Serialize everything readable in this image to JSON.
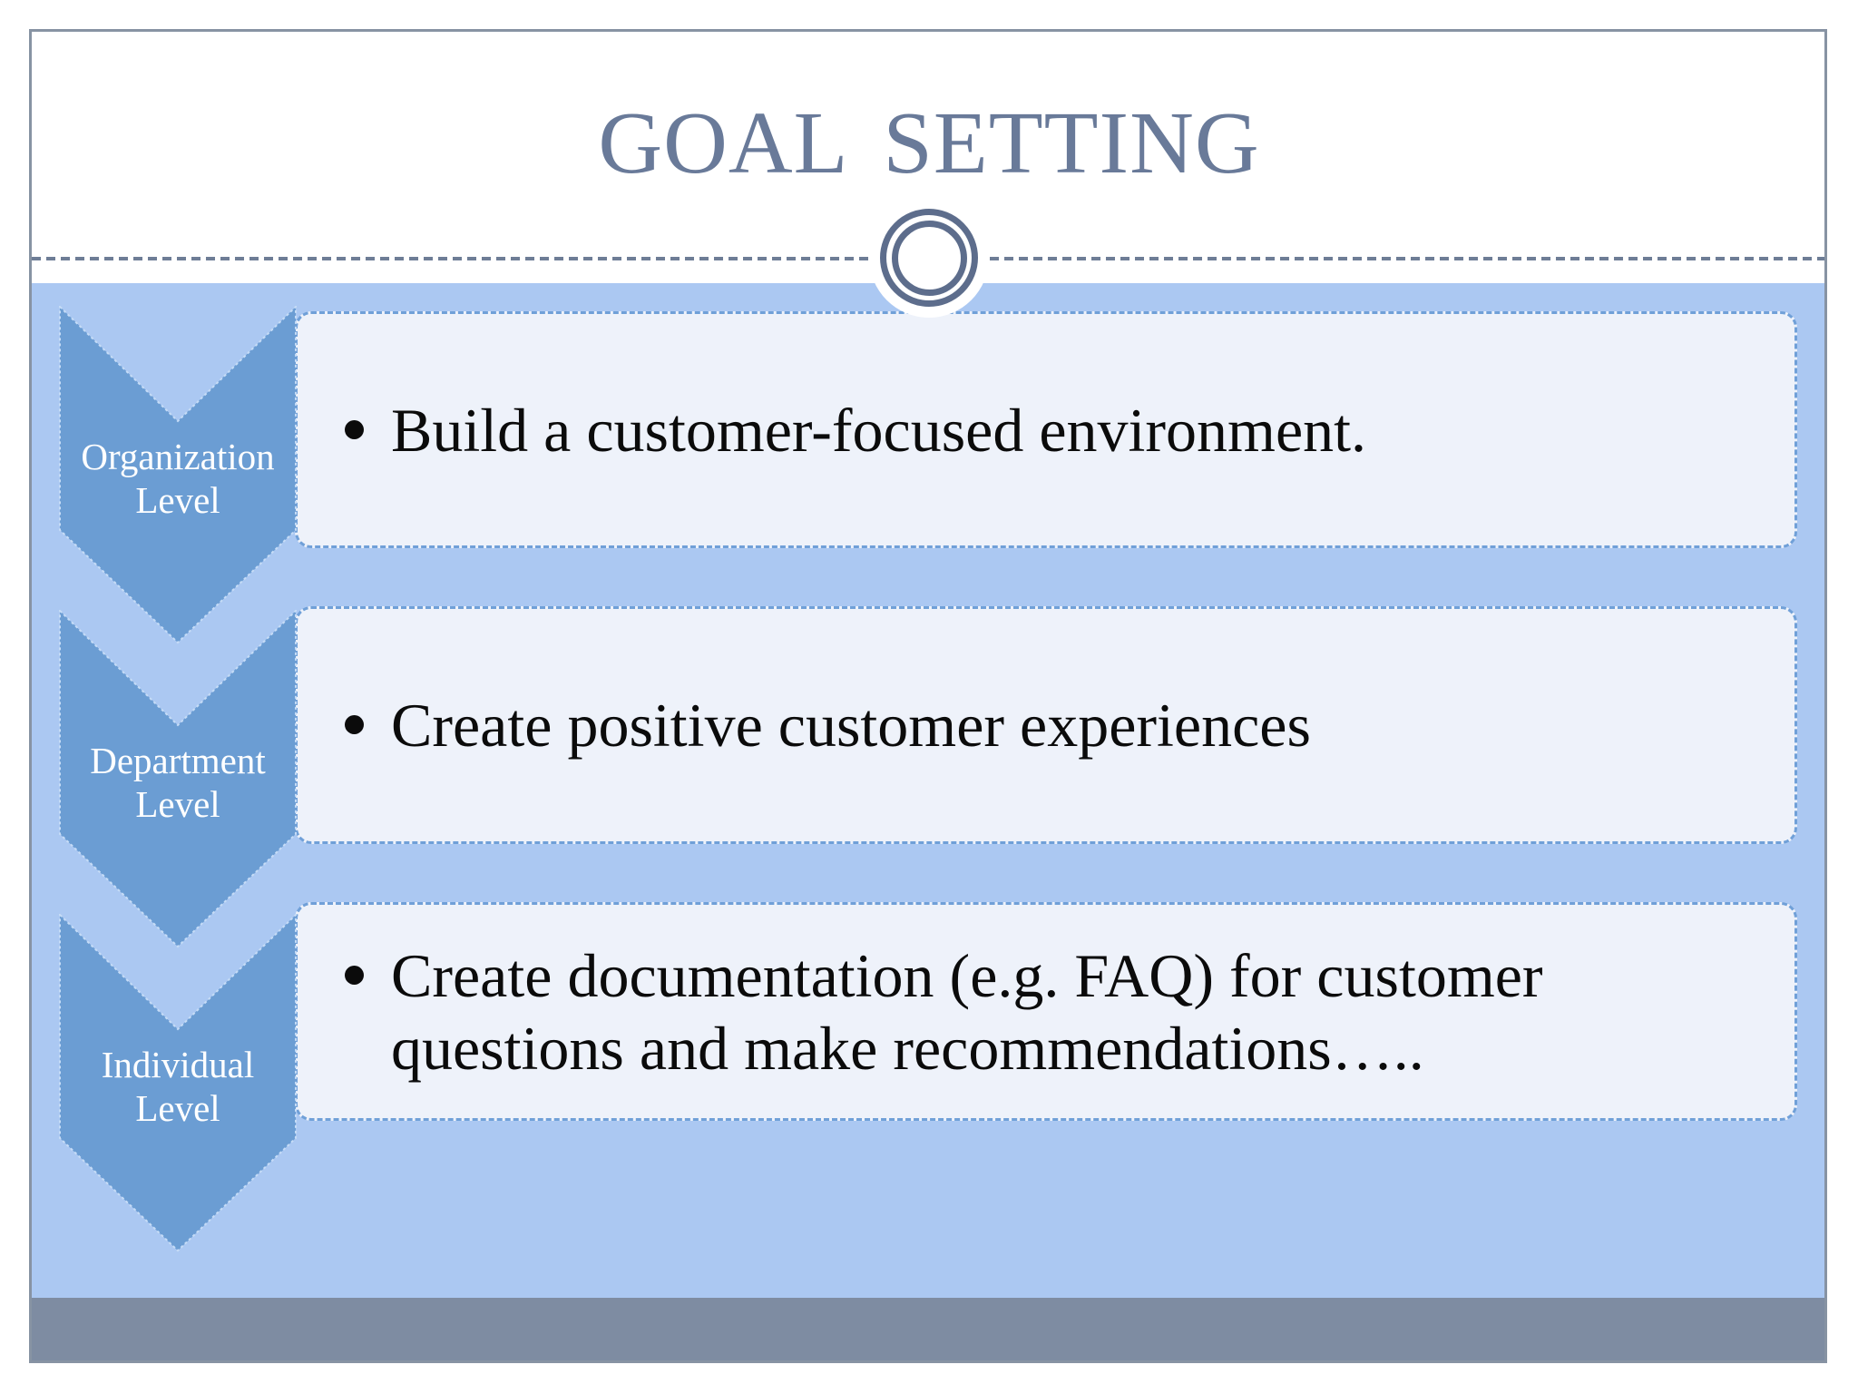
{
  "slide": {
    "title": "GOAL SETTING",
    "ornament_icon": "double-ring-circle",
    "bullet_icon": "filled-circle-bullet",
    "rows": [
      {
        "level_label": "Organization Level",
        "bullet_text": "Build a customer-focused environment."
      },
      {
        "level_label": "Department Level",
        "bullet_text": "Create positive customer experiences"
      },
      {
        "level_label": "Individual Level",
        "bullet_text": "Create documentation (e.g. FAQ) for customer questions and make recommendations….."
      }
    ],
    "colors": {
      "title_color": "#697a99",
      "divider_color": "#6e7d96",
      "ring_color": "#5d6d8c",
      "band_blue": "#abc8f2",
      "chevron_blue": "#6b9dd3",
      "chevron_stroke": "#c6dcf6",
      "box_fill": "#eef2fa",
      "box_border": "#70a0d8",
      "box_text": "#0b0b0b",
      "label_color": "#ffffff",
      "footer_gray": "#7e8ca2",
      "frame_border": "#8793a3"
    }
  }
}
